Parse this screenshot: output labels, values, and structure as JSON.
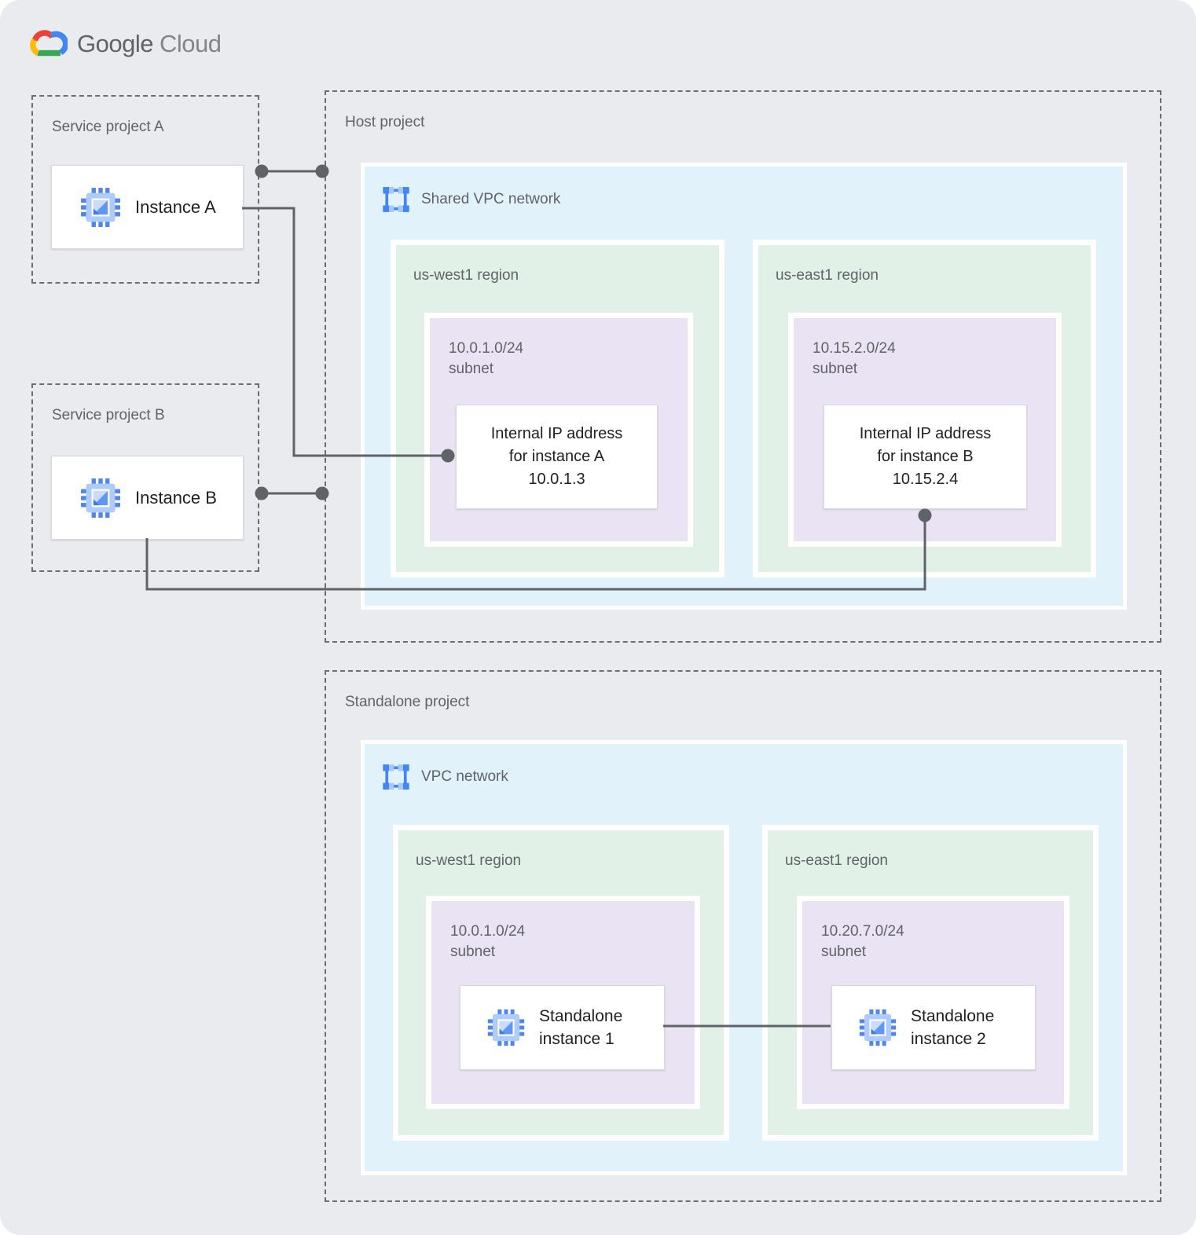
{
  "logo": {
    "google": "Google",
    "cloud": "Cloud"
  },
  "colors": {
    "canvas_bg": "#e9ebee",
    "vpc_box": "#e2f2fb",
    "region_box": "#e1f1e8",
    "subnet_box": "#eae3f3",
    "connector": "#5f6368",
    "label_gray": "#5f6368",
    "card_text": "#202124",
    "brand_blue": "#4285F4",
    "brand_red": "#EA4335",
    "brand_yellow": "#FBBC05",
    "brand_green": "#34A853",
    "chip_light_blue": "#aecbfa"
  },
  "icons": {
    "logo": "google-cloud-logo-icon",
    "instance": "compute-instance-icon",
    "network": "vpc-network-icon"
  },
  "service_project_a": {
    "title": "Service project A",
    "instance_label": "Instance A"
  },
  "service_project_b": {
    "title": "Service project B",
    "instance_label": "Instance B"
  },
  "host_project": {
    "title": "Host project",
    "network_label": "Shared VPC network",
    "regions": [
      {
        "label": "us-west1 region",
        "subnet_cidr": "10.0.1.0/24",
        "subnet_word": "subnet",
        "card_lines": [
          "Internal IP address",
          "for instance A",
          "10.0.1.3"
        ]
      },
      {
        "label": "us-east1 region",
        "subnet_cidr": "10.15.2.0/24",
        "subnet_word": "subnet",
        "card_lines": [
          "Internal IP address",
          "for instance B",
          "10.15.2.4"
        ]
      }
    ]
  },
  "standalone_project": {
    "title": "Standalone project",
    "network_label": "VPC network",
    "regions": [
      {
        "label": "us-west1 region",
        "subnet_cidr": "10.0.1.0/24",
        "subnet_word": "subnet",
        "card_lines": [
          "Standalone",
          "instance 1"
        ]
      },
      {
        "label": "us-east1 region",
        "subnet_cidr": "10.20.7.0/24",
        "subnet_word": "subnet",
        "card_lines": [
          "Standalone",
          "instance 2"
        ]
      }
    ]
  }
}
